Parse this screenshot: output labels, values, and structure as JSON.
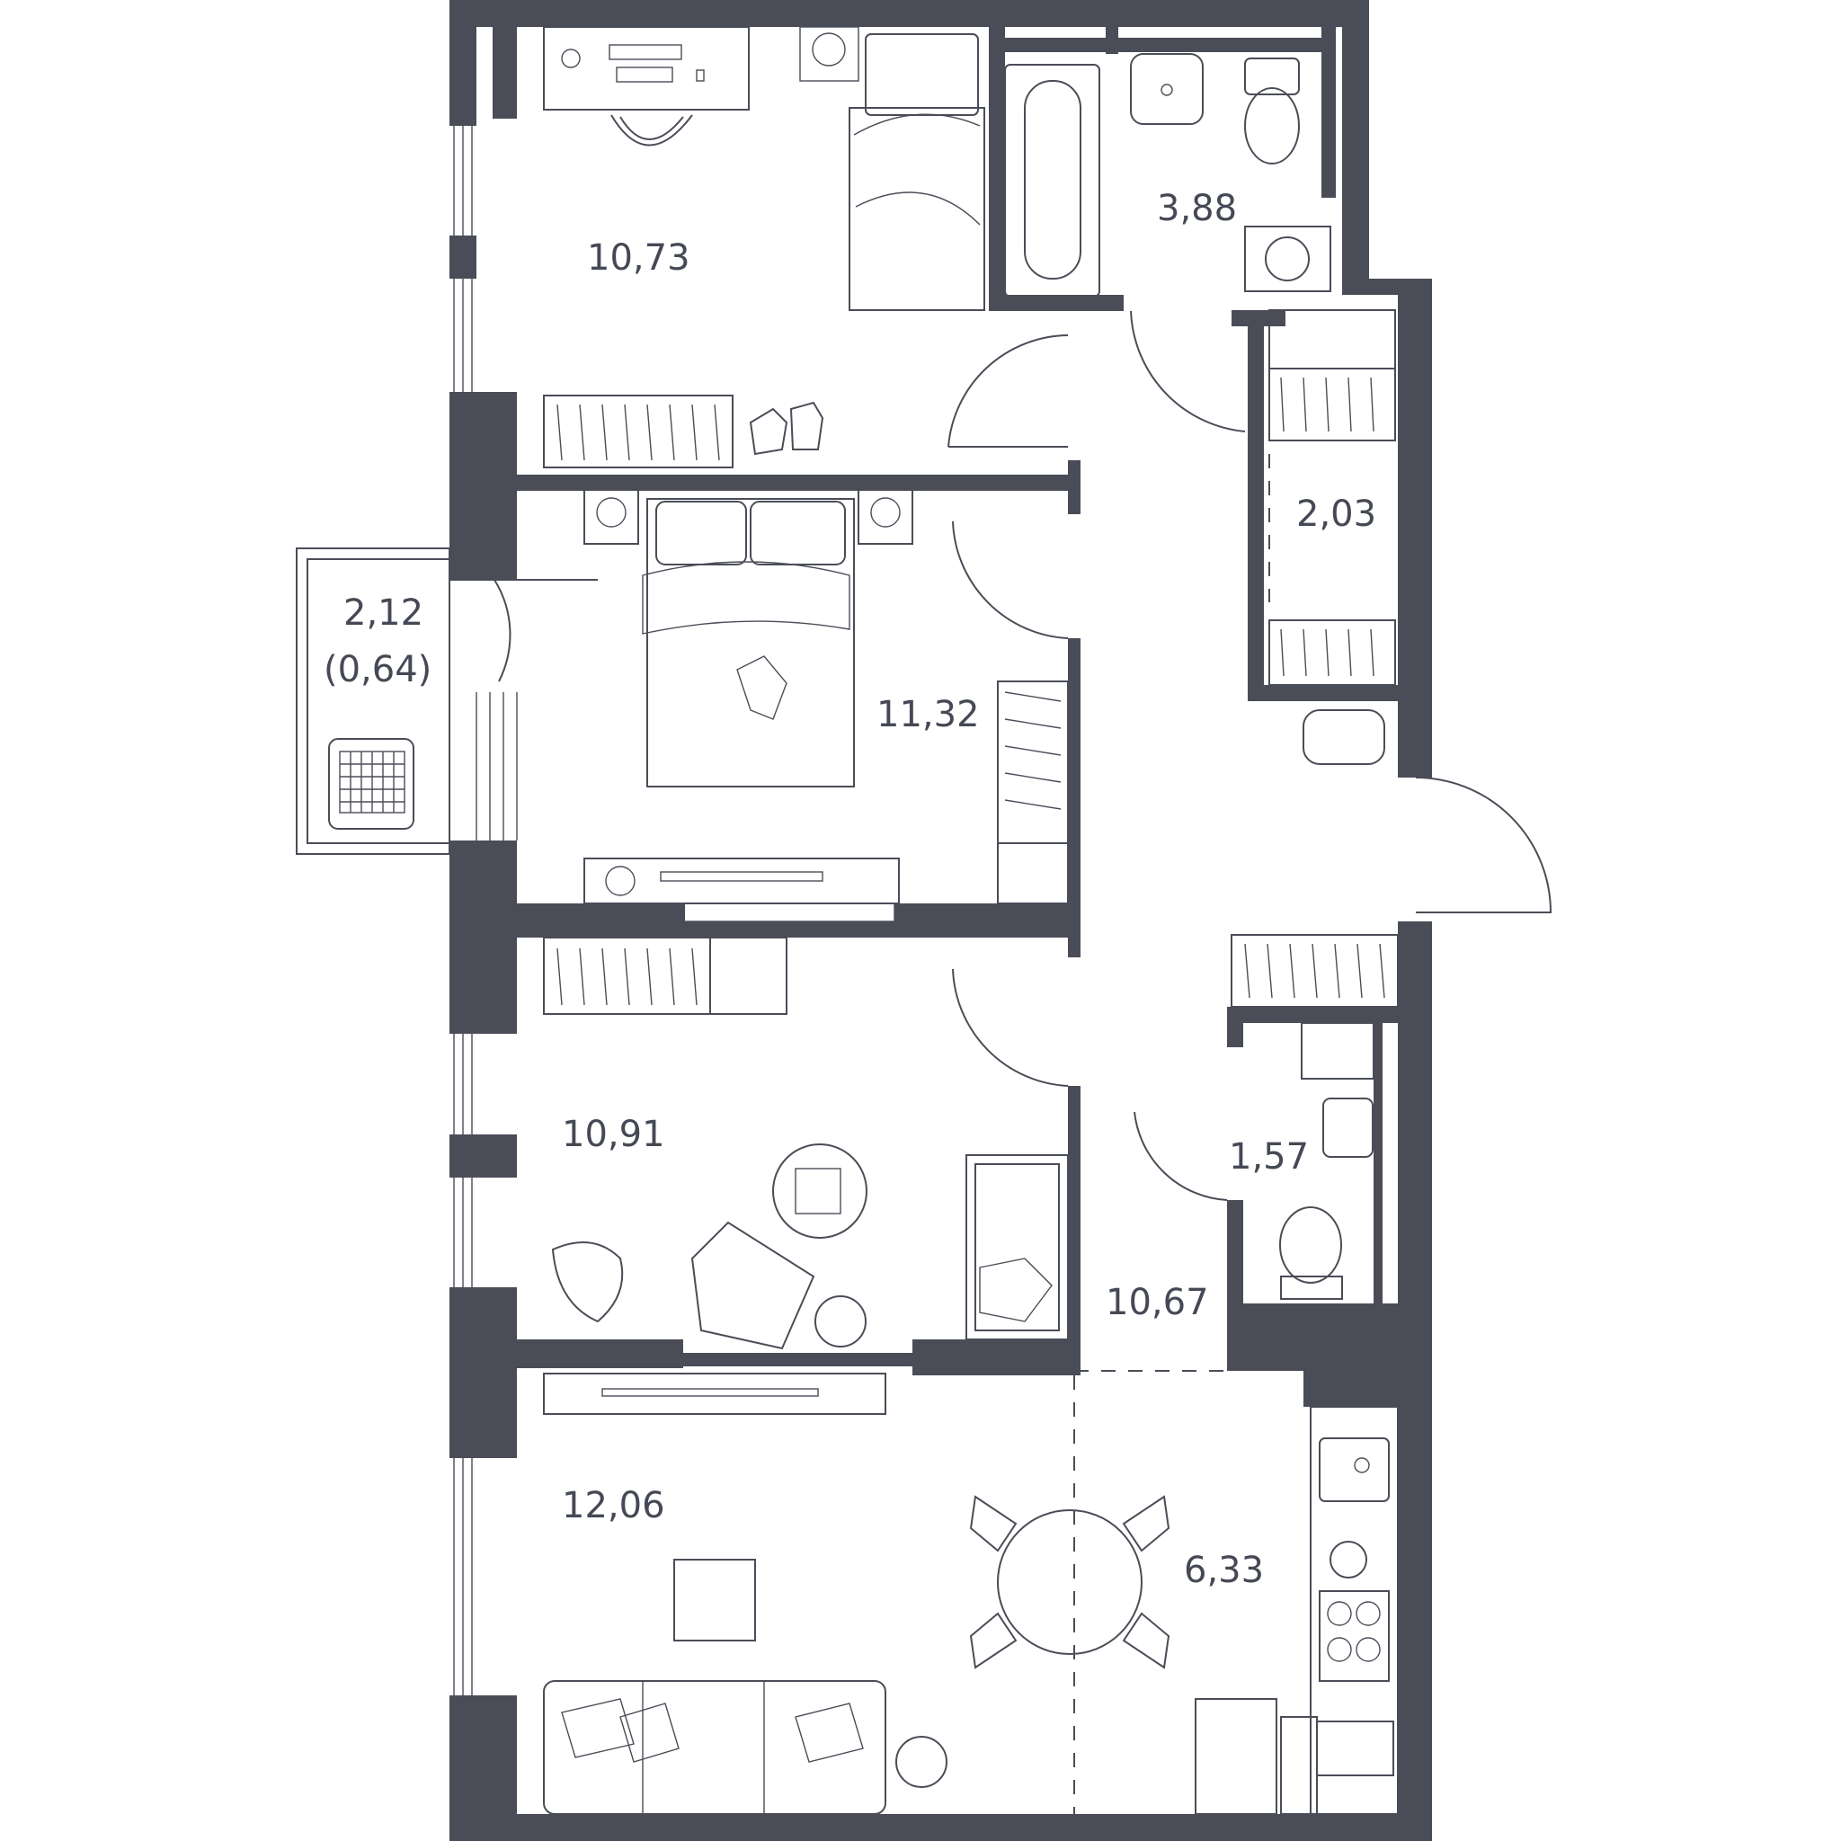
{
  "plan": {
    "colors": {
      "wall": "#4a4d57",
      "line": "#4a4d57",
      "text": "#454955",
      "background": "#ffffff"
    },
    "rooms": [
      {
        "id": "bedroom-1",
        "area": "10,73"
      },
      {
        "id": "bathroom",
        "area": "3,88"
      },
      {
        "id": "wardrobe",
        "area": "2,03"
      },
      {
        "id": "balcony",
        "area": "2,12",
        "area_note": "(0,64)"
      },
      {
        "id": "bedroom-2",
        "area": "11,32"
      },
      {
        "id": "bedroom-3",
        "area": "10,91"
      },
      {
        "id": "wc",
        "area": "1,57"
      },
      {
        "id": "hallway",
        "area": "10,67"
      },
      {
        "id": "living-room",
        "area": "12,06"
      },
      {
        "id": "kitchen",
        "area": "6,33"
      }
    ]
  }
}
